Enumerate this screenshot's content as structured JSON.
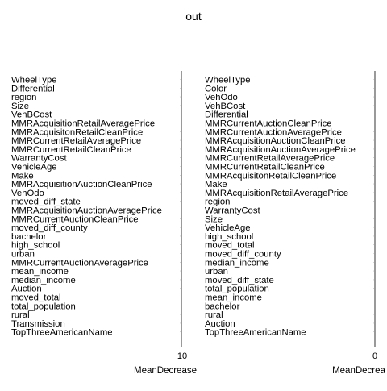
{
  "title": "out",
  "chart_data": [
    {
      "type": "dotchart",
      "xlabel": "MeanDecrease",
      "xticks": [
        10
      ],
      "labels": [
        "WheelType",
        "Differential",
        "region",
        "Size",
        "VehBCost",
        "MMRAcquisitionRetailAveragePrice",
        "MMRAcquisitonRetailCleanPrice",
        "MMRCurrentRetailAveragePrice",
        "MMRCurrentRetailCleanPrice",
        "WarrantyCost",
        "VehicleAge",
        "Make",
        "MMRAcquisitionAuctionCleanPrice",
        "VehOdo",
        "moved_diff_state",
        "MMRAcquisitionAuctionAveragePrice",
        "MMRCurrentAuctionCleanPrice",
        "moved_diff_county",
        "bachelor",
        "high_school",
        "urban",
        "MMRCurrentAuctionAveragePrice",
        "mean_income",
        "median_income",
        "Auction",
        "moved_total",
        "total_population",
        "rural",
        "Transmission",
        "TopThreeAmericanName"
      ]
    },
    {
      "type": "dotchart",
      "xlabel": "MeanDecrea",
      "xticks": [
        0
      ],
      "labels": [
        "WheelType",
        "Color",
        "VehOdo",
        "VehBCost",
        "Differential",
        "MMRCurrentAuctionCleanPrice",
        "MMRCurrentAuctionAveragePrice",
        "MMRAcquisitionAuctionCleanPrice",
        "MMRAcquisitionAuctionAveragePrice",
        "MMRCurrentRetailAveragePrice",
        "MMRCurrentRetailCleanPrice",
        "MMRAcquisitonRetailCleanPrice",
        "Make",
        "MMRAcquisitionRetailAveragePrice",
        "region",
        "WarrantyCost",
        "Size",
        "VehicleAge",
        "high_school",
        "moved_total",
        "moved_diff_county",
        "median_income",
        "urban",
        "moved_diff_state",
        "total_population",
        "mean_income",
        "bachelor",
        "rural",
        "Auction",
        "TopThreeAmericanName"
      ]
    }
  ]
}
